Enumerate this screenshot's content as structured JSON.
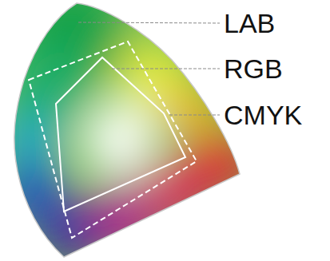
{
  "diagram": {
    "labels": [
      "LAB",
      "RGB",
      "CMYK"
    ]
  }
}
